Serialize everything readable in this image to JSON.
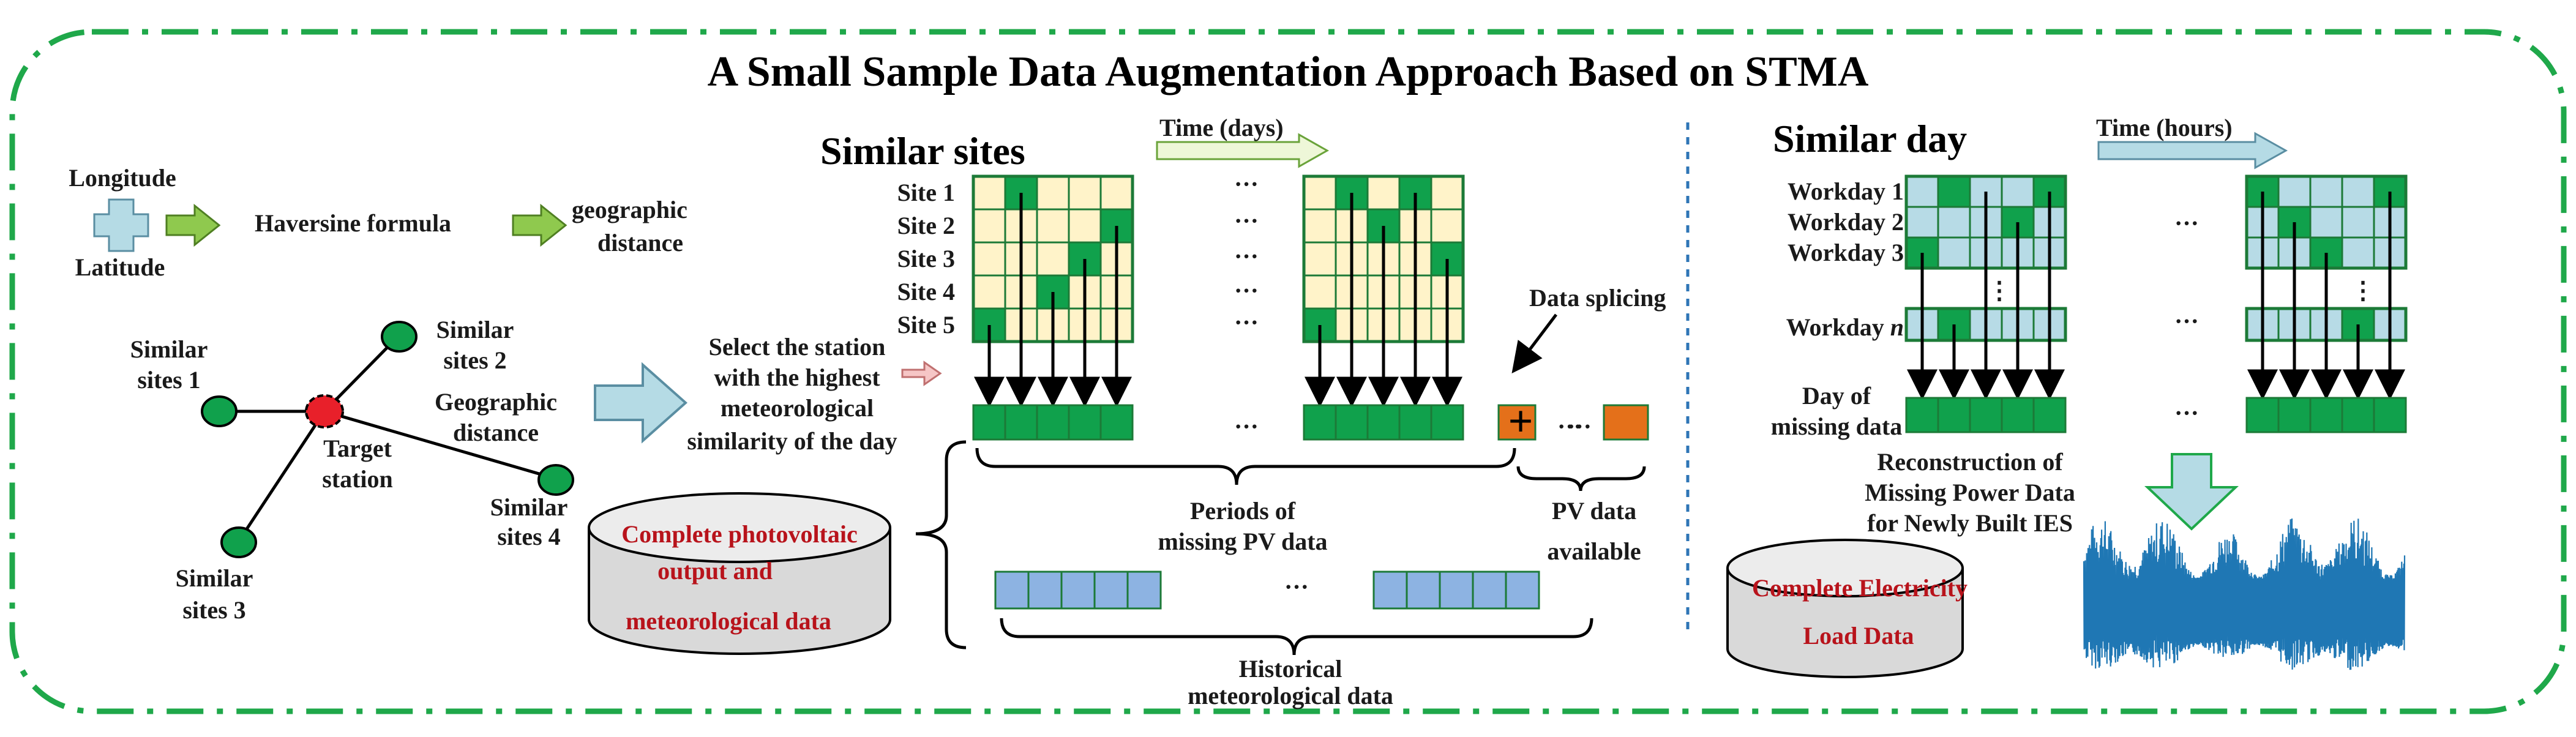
{
  "title": "A Small Sample Data Augmentation Approach Based on STMA",
  "colors": {
    "frame_green": "#1fa84a",
    "cell_green": "#10a14c",
    "cell_cream": "#fff3c9",
    "cell_lightblue": "#b7dbe6",
    "cell_blue": "#8db3e2",
    "cell_orange": "#e4701a",
    "arrow_green": "#8fc94e",
    "arrow_lightblue": "#b5dbe5",
    "target_red": "#e8202a",
    "cylinder_grey": "#d9d9d9",
    "waveform_blue": "#1f77b4",
    "accent_red_text": "#b8131b"
  },
  "left": {
    "longitude": "Longitude",
    "latitude": "Latitude",
    "haversine": "Haversine formula",
    "geo_dist_1": "geographic",
    "geo_dist_2": "distance",
    "similar": "Similar",
    "sites_1": "sites 1",
    "sites_2": "sites 2",
    "sites_3": "sites 3",
    "sites_4": "sites 4",
    "target_1": "Target",
    "target_2": "station",
    "geographic": "Geographic",
    "distance": "distance",
    "cyl_1": "Complete photovoltaic",
    "cyl_2": "output and",
    "cyl_3": "meteorological data"
  },
  "middle": {
    "heading": "Similar sites",
    "time_label": "Time (days)",
    "site_labels": [
      "Site 1",
      "Site 2",
      "Site 3",
      "Site 4",
      "Site 5"
    ],
    "ellipsis": "···",
    "select_1": "Select the station",
    "select_2": "with the highest",
    "select_3": "meteorological",
    "select_4": "similarity of the day",
    "data_splicing": "Data splicing",
    "plus": "+",
    "periods_1": "Periods of",
    "periods_2": "missing PV data",
    "pv_1": "PV data",
    "pv_2": "available",
    "hist_1": "Historical",
    "hist_2": "meteorological data"
  },
  "right": {
    "heading": "Similar day",
    "time_label": "Time (hours)",
    "workday_labels": [
      "Workday 1",
      "Workday 2",
      "Workday 3"
    ],
    "workday_n_prefix": "Workday ",
    "workday_n_var": "n",
    "vdots": "⋮",
    "day_1": "Day of",
    "day_2": "missing data",
    "recon_1": "Reconstruction of",
    "recon_2": "Missing Power Data",
    "recon_3": "for Newly Built IES",
    "cyl_1": "Complete Electricity",
    "cyl_2": "Load Data"
  }
}
